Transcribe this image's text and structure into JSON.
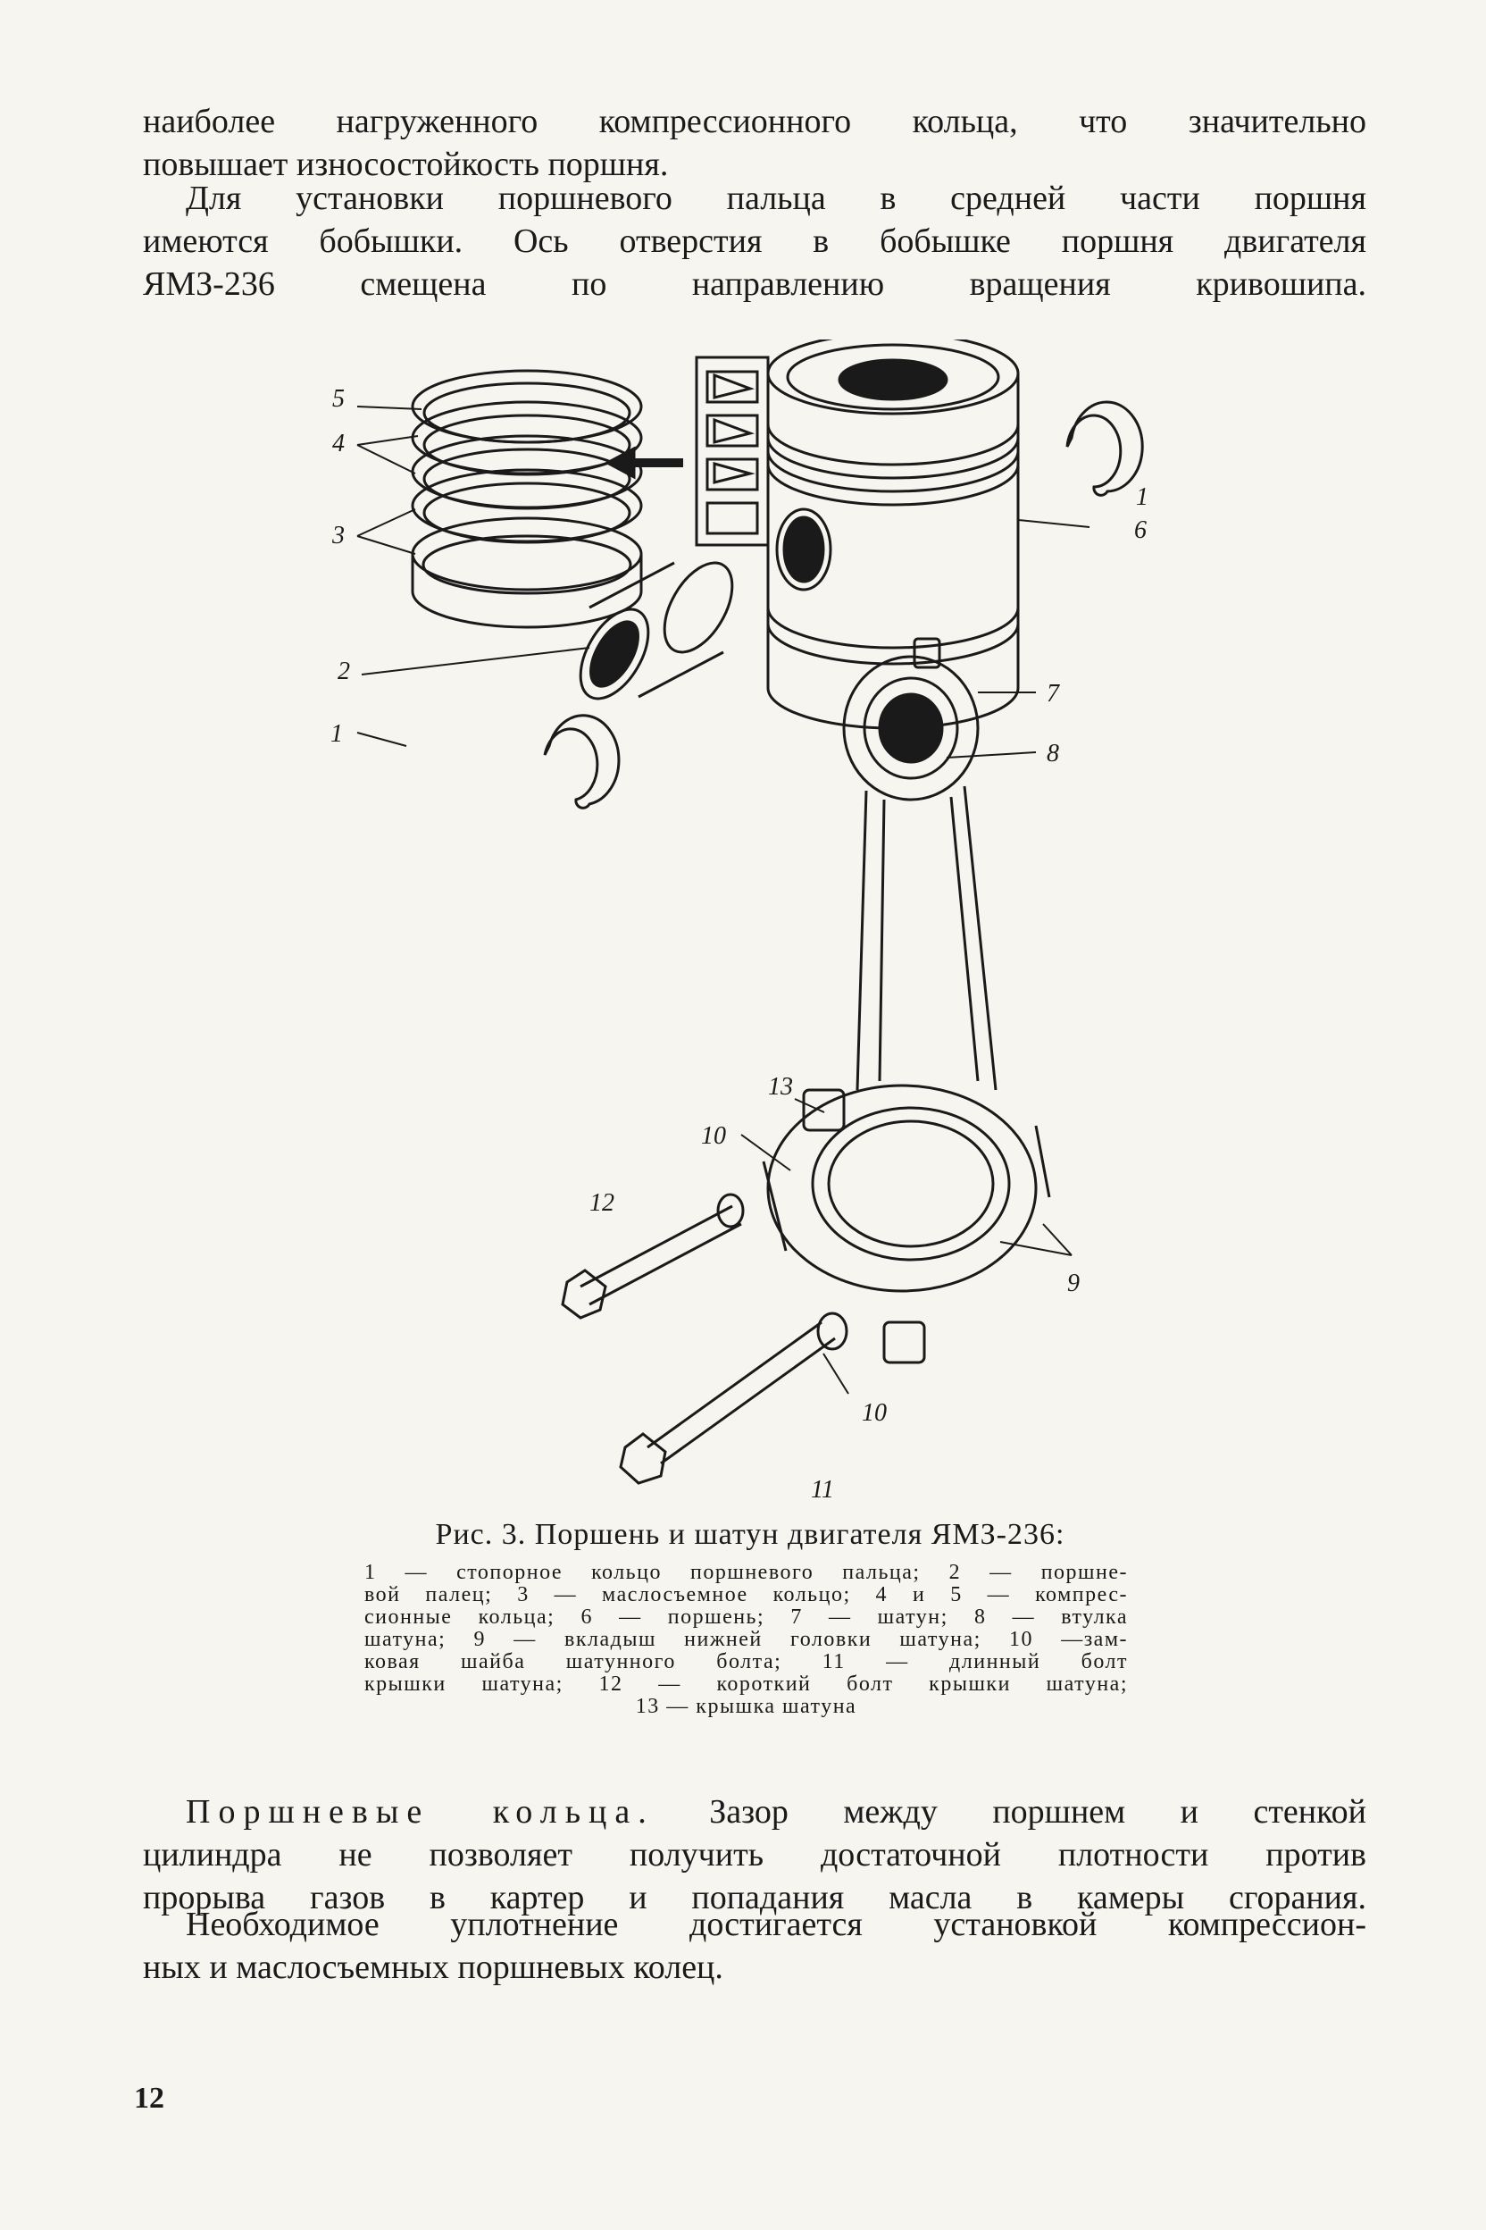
{
  "paragraphs": {
    "p1": [
      "наиболее нагруженного компрессионного кольца, что значительно",
      "повышает износостойкость поршня."
    ],
    "p2": [
      "Для установки поршневого пальца в средней части поршня",
      "имеются бобышки. Ось отверстия в бобышке поршня двигателя",
      "ЯМЗ-236 смещена по направлению вращения кривошипа."
    ],
    "p3_heading": "Поршневые кольца.",
    "p3": [
      "Зазор между поршнем и стенкой",
      "цилиндра не позволяет получить достаточной плотности против",
      "прорыва газов в картер и попадания масла в камеры сгорания."
    ],
    "p4": [
      "Необходимое уплотнение достигается установкой компрессион-",
      "ных и маслосъемных поршневых колец."
    ]
  },
  "figure": {
    "title": "Рис. 3. Поршень и шатун двигателя ЯМЗ-236:",
    "legend_lines": [
      "1 — стопорное кольцо поршневого пальца; 2 — поршне-",
      "вой палец; 3 — маслосъемное кольцо; 4 и 5 — компрес-",
      "сионные кольца; 6 — поршень; 7 — шатун; 8 — втулка",
      "шатуна; 9 — вкладыш нижней головки шатуна; 10 —зам-",
      "ковая шайба шатунного болта; 11 — длинный болт",
      "крышки шатуна; 12 — короткий болт крышки шатуна;",
      "13 — крышка шатуна"
    ],
    "labels": {
      "l5": "5",
      "l4": "4",
      "l3": "3",
      "l2": "2",
      "l1a": "1",
      "l1b": "1",
      "l6": "6",
      "l7": "7",
      "l8": "8",
      "l13": "13",
      "l10a": "10",
      "l12": "12",
      "l9": "9",
      "l10b": "10",
      "l11": "11"
    }
  },
  "page_number": "12"
}
